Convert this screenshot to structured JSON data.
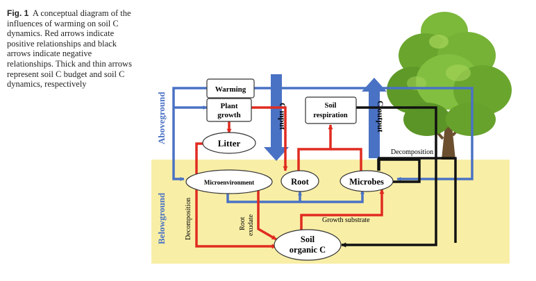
{
  "caption": {
    "label": "Fig. 1",
    "text": "A conceptual diagram of the influences of warming on soil C dynamics. Red arrows indicate positive relationships and black arrows indicate negative relationships. Thick and thin arrows represent soil C budget and soil C dynamics, respectively"
  },
  "regions": {
    "aboveground": "Aboveground",
    "belowground": "Belowground"
  },
  "nodes": {
    "warming": "Warming",
    "plant_growth_1": "Plant",
    "plant_growth_2": "growth",
    "litter": "Litter",
    "soil_respiration_1": "Soil",
    "soil_respiration_2": "respiration",
    "microenvironment": "Microenvironment",
    "root": "Root",
    "microbes": "Microbes",
    "soil_organic_c_1": "Soil",
    "soil_organic_c_2": "organic C"
  },
  "flows": {
    "c_input": "C input",
    "c_output": "C output"
  },
  "edge_labels": {
    "decomposition_right": "Decomposition",
    "decomposition_left": "Decomposition",
    "root_exudate_1": "Root",
    "root_exudate_2": "exudate",
    "growth_substrate": "Growth substrate"
  },
  "colors": {
    "blue": "#4a72c4",
    "red": "#e02b20",
    "black": "#111111",
    "soil_bg": "#f8eea6",
    "region_text": "#4a72c4"
  }
}
